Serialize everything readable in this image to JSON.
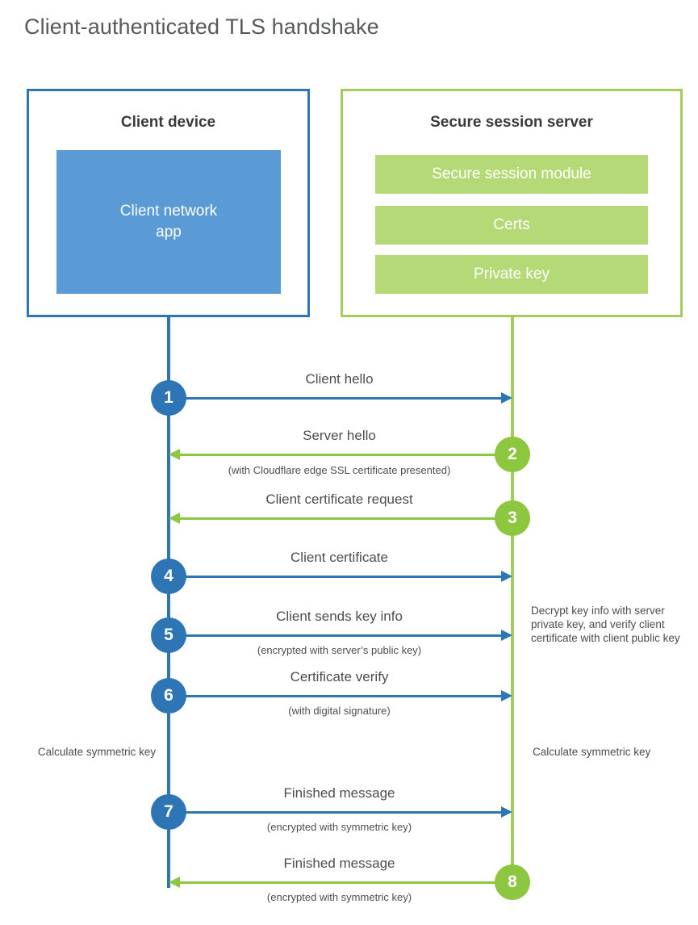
{
  "title": "Client-authenticated TLS handshake",
  "colors": {
    "client_border": "#2e75b6",
    "client_fill": "#5b9bd5",
    "server_border": "#a2cd5a",
    "server_fill": "#b5d977",
    "arrow_blue": "#2e75b6",
    "arrow_green": "#8dc63f",
    "text": "#4d4d4d",
    "title_text": "#58595b"
  },
  "client": {
    "title": "Client device",
    "app_label": "Client network\napp",
    "app_label_line1": "Client network",
    "app_label_line2": "app"
  },
  "server": {
    "title": "Secure session server",
    "items": [
      {
        "label": "Secure session module"
      },
      {
        "label": "Certs"
      },
      {
        "label": "Private key"
      }
    ]
  },
  "steps": [
    {
      "number": "1",
      "label": "Client hello",
      "sublabel": "",
      "direction": "client-to-server",
      "color": "blue"
    },
    {
      "number": "2",
      "label": "Server hello",
      "sublabel": "(with Cloudflare edge SSL certificate presented)",
      "direction": "server-to-client",
      "color": "green"
    },
    {
      "number": "3",
      "label": "Client certificate request",
      "sublabel": "",
      "direction": "server-to-client",
      "color": "green"
    },
    {
      "number": "4",
      "label": "Client certificate",
      "sublabel": "",
      "direction": "client-to-server",
      "color": "blue"
    },
    {
      "number": "5",
      "label": "Client sends key info",
      "sublabel": "(encrypted with server’s public key)",
      "direction": "client-to-server",
      "color": "blue"
    },
    {
      "number": "6",
      "label": "Certificate verify",
      "sublabel": "(with digital signature)",
      "direction": "client-to-server",
      "color": "blue"
    },
    {
      "number": "7",
      "label": "Finished message",
      "sublabel": "(encrypted with symmetric key)",
      "direction": "client-to-server",
      "color": "blue"
    },
    {
      "number": "8",
      "label": "Finished message",
      "sublabel": "(encrypted with symmetric key)",
      "direction": "server-to-client",
      "color": "green"
    }
  ],
  "notes": {
    "server_decrypt": "Decrypt key info with server private key, and verify client certificate with client public key",
    "client_calculate": "Calculate symmetric key",
    "server_calculate": "Calculate symmetric key"
  }
}
